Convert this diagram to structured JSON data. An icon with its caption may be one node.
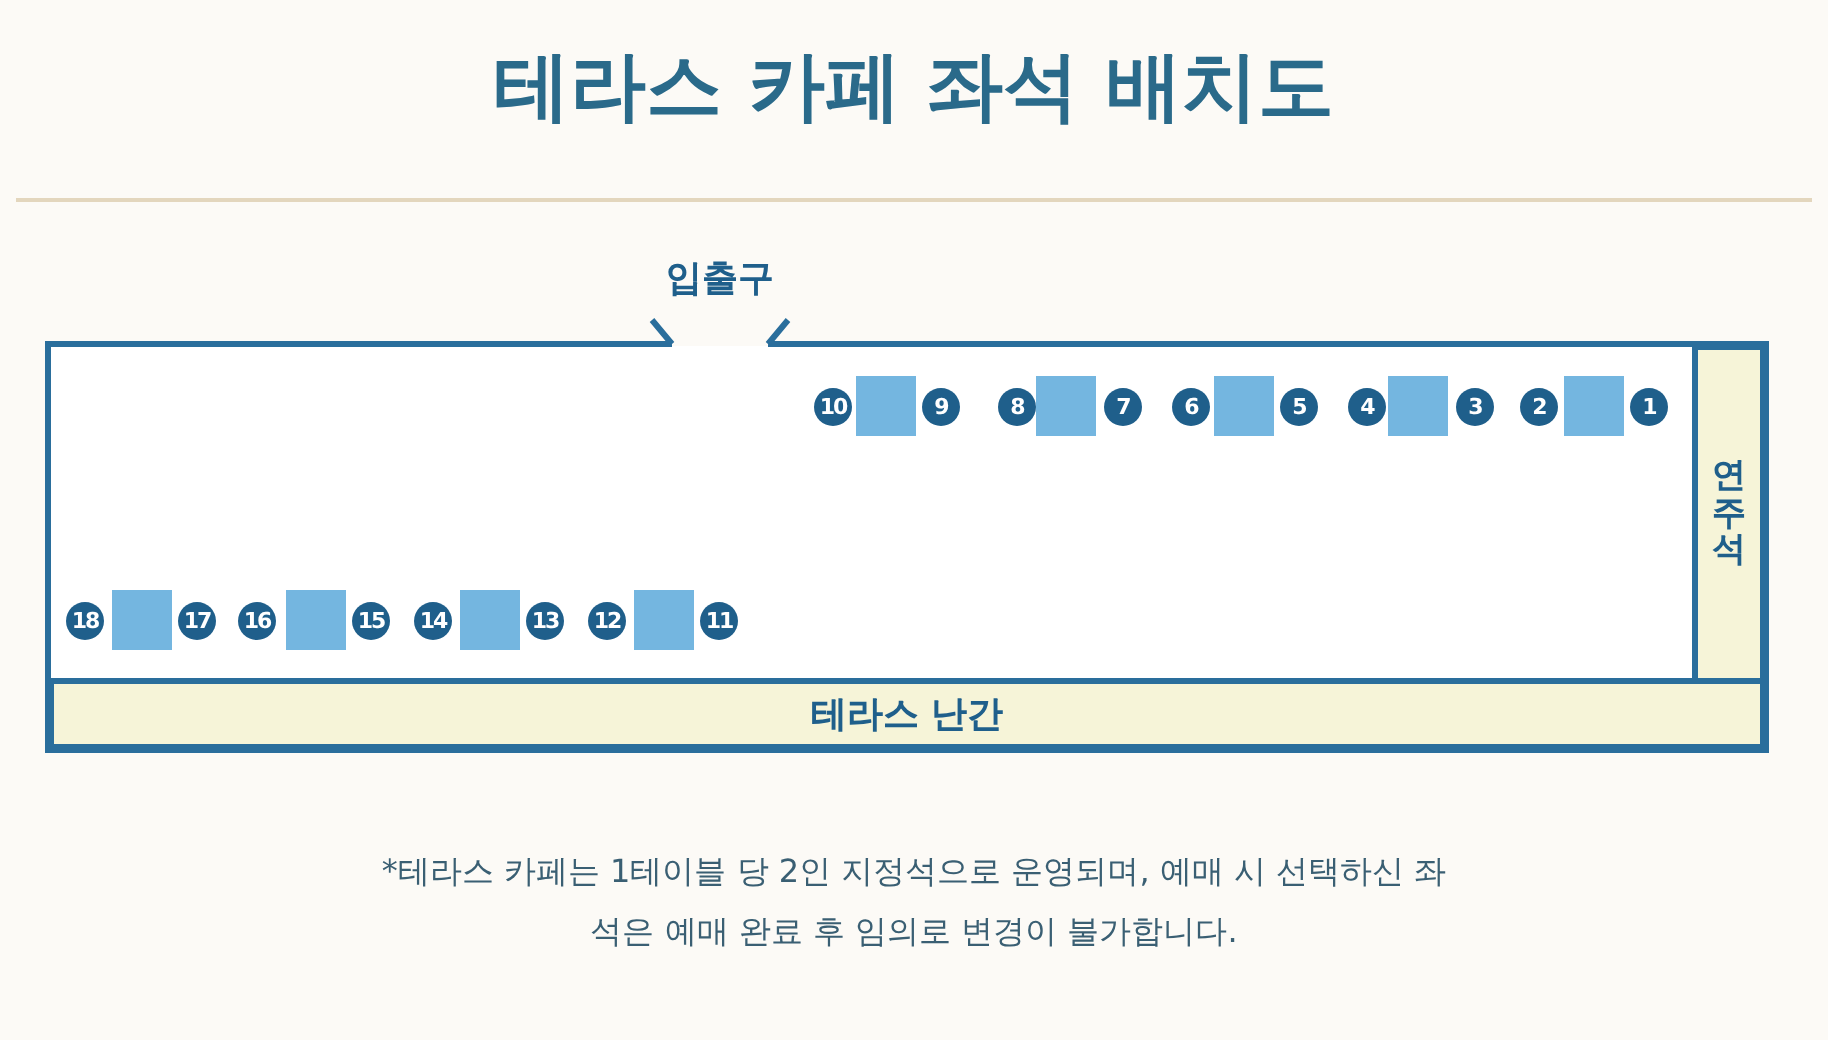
{
  "diagram": {
    "title": "테라스 카페 좌석 배치도",
    "nodes": [
      {
        "text": [
          "10"
        ]
      },
      {
        "text": [],
        "shape": "box"
      },
      {
        "text": [
          "9"
        ]
      },
      {
        "text": [
          "8"
        ]
      },
      {
        "text": [],
        "shape": "box"
      },
      {
        "text": [
          "7"
        ]
      },
      {
        "text": [
          "6"
        ]
      },
      {
        "text": [],
        "shape": "box"
      },
      {
        "text": [
          "5"
        ]
      },
      {
        "text": [
          "4"
        ]
      },
      {
        "text": [],
        "shape": "box"
      },
      {
        "text": [
          "3"
        ]
      },
      {
        "text": [
          "2"
        ]
      },
      {
        "text": [],
        "shape": "box"
      },
      {
        "text": [
          "1"
        ]
      },
      {
        "text": [
          "연주석"
        ]
      },
      {
        "text": [
          "18"
        ]
      },
      {
        "text": [],
        "shape": "box"
      },
      {
        "text": [
          "17"
        ]
      },
      {
        "text": [
          "16"
        ]
      },
      {
        "text": [],
        "shape": "box"
      },
      {
        "text": [
          "15"
        ]
      },
      {
        "text": [
          "14"
        ]
      },
      {
        "text": [],
        "shape": "box"
      },
      {
        "text": [
          "13"
        ]
      },
      {
        "text": [
          "12"
        ]
      },
      {
        "text": [],
        "shape": "box"
      },
      {
        "text": [
          "11"
        ]
      },
      {
        "text": [
          "테라스 난간"
        ]
      }
    ],
    "labels": [
      "입출구"
    ],
    "caption": "*테라스 카페는 1테이블 당 2인 지정석으로 운영되며, 예매 시 선택하신 좌석은 예매 완료 후 임의로 변경이 불가합니다."
  }
}
